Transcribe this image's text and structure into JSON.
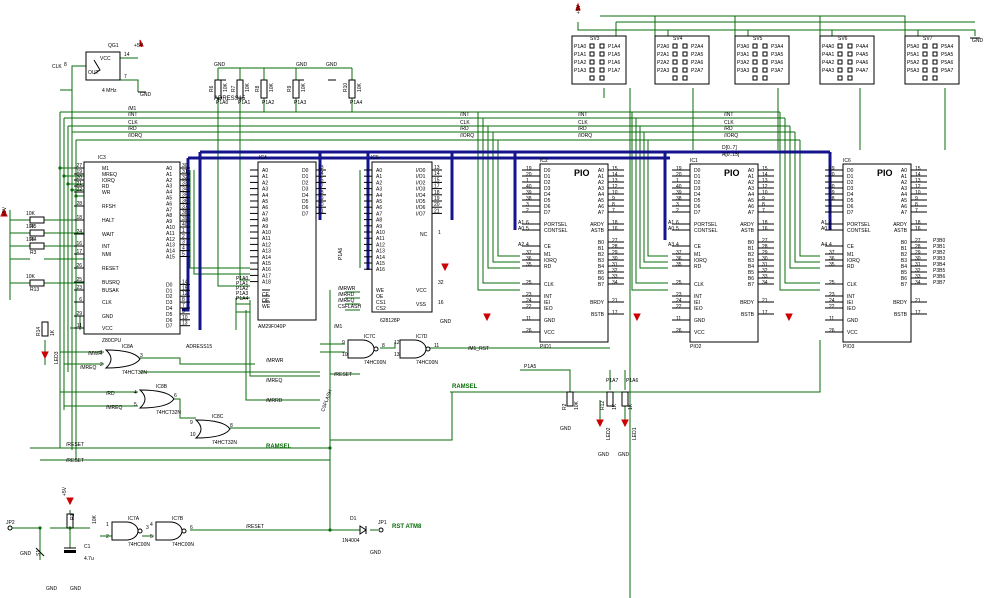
{
  "power": {
    "vcc": "+5V",
    "gnd": "GND"
  },
  "oscillator": {
    "ref": "QG1",
    "freq": "4 MHz",
    "pins": [
      "VCC",
      "OUT",
      "14",
      "8",
      "7"
    ],
    "clk_label": "CLK"
  },
  "cpu": {
    "ref": "IC3",
    "part": "Z80CPU",
    "bus_label": "ADRESS15",
    "left_pins": [
      "M1",
      "MREQ",
      "IORQ",
      "RD",
      "WR",
      "RFSH",
      "HALT",
      "WAIT",
      "INT",
      "NMI",
      "RESET",
      "BUSRQ",
      "BUSAK",
      "CLK",
      "GND",
      "VCC"
    ],
    "left_nums": [
      "27",
      "19",
      "20",
      "21",
      "22",
      "28",
      "18",
      "24",
      "16",
      "17",
      "26",
      "25",
      "23",
      "6",
      "29",
      "11"
    ],
    "right_pins": [
      "A0",
      "A1",
      "A2",
      "A3",
      "A4",
      "A5",
      "A6",
      "A7",
      "A8",
      "A9",
      "A10",
      "A11",
      "A12",
      "A13",
      "A14",
      "A15",
      "D0",
      "D1",
      "D2",
      "D3",
      "D4",
      "D5",
      "D6",
      "D7"
    ],
    "right_nums": [
      "30",
      "31",
      "32",
      "33",
      "34",
      "35",
      "36",
      "37",
      "38",
      "39",
      "40",
      "1",
      "2",
      "3",
      "4",
      "5",
      "14",
      "15",
      "12",
      "8",
      "7",
      "9",
      "10",
      "13"
    ]
  },
  "resistors_left": [
    "R5",
    "10K",
    "R4",
    "10K",
    "R3",
    "10K",
    "R13",
    "10K"
  ],
  "pullups": [
    {
      "ref": "R6",
      "val": "10K",
      "net": "P1A0"
    },
    {
      "ref": "R7",
      "val": "10K",
      "net": "P1A1"
    },
    {
      "ref": "R8",
      "val": "10K",
      "net": "P1A2"
    },
    {
      "ref": "R9",
      "val": "10K",
      "net": "P1A3"
    },
    {
      "ref": "R10",
      "val": "10K",
      "net": "P1A4"
    }
  ],
  "flash": {
    "ref": "IC4",
    "part": "AM29F040P",
    "addr_pins": [
      "A0",
      "A1",
      "A2",
      "A3",
      "A4",
      "A5",
      "A6",
      "A7",
      "A8",
      "A9",
      "A10",
      "A11",
      "A12",
      "A13",
      "A14",
      "A15",
      "A16",
      "A17",
      "A18"
    ],
    "data_pins": [
      "D0",
      "D1",
      "D2",
      "D3",
      "D4",
      "D5",
      "D6",
      "D7"
    ],
    "data_nums": [
      "13",
      "14",
      "15",
      "17",
      "18",
      "19",
      "20",
      "21"
    ],
    "ctrl_pins": [
      "CE",
      "OE",
      "WE"
    ],
    "ctrl_nets": [
      "P1A0",
      "P1A1",
      "P1A2",
      "P1A3",
      "P1A4"
    ]
  },
  "ram": {
    "ref": "IC5",
    "part": "628128P",
    "addr_pins": [
      "A0",
      "A1",
      "A2",
      "A3",
      "A4",
      "A5",
      "A6",
      "A7",
      "A8",
      "A9",
      "A10",
      "A11",
      "A12",
      "A13",
      "A14",
      "A15",
      "A16"
    ],
    "data_pins": [
      "I/O0",
      "I/O1",
      "I/O2",
      "I/O3",
      "I/O4",
      "I/O5",
      "I/O6",
      "I/O7"
    ],
    "data_nums": [
      "13",
      "14",
      "15",
      "17",
      "18",
      "19",
      "20",
      "21"
    ],
    "ctrl_pins": [
      "WE",
      "OE",
      "CS1",
      "CS2"
    ],
    "ctrl_nets": [
      "/MRWR",
      "/MRRD",
      "/MREQ",
      "CSFLASH"
    ],
    "misc_pins": [
      "NC",
      "VCC",
      "VSS"
    ],
    "misc_nums": [
      "1",
      "32",
      "16"
    ],
    "side_net": "P1A6"
  },
  "pios": [
    {
      "ref": "IC2",
      "name": "PIO1",
      "title": "PIO",
      "sel": [
        "A1",
        "A0"
      ],
      "ce_net": "A2",
      "bport": []
    },
    {
      "ref": "IC1",
      "name": "PIO2",
      "title": "PIO",
      "sel": [
        "A1",
        "A0"
      ],
      "ce_net": "A3",
      "bport": []
    },
    {
      "ref": "IC6",
      "name": "PIO3",
      "title": "PIO",
      "sel": [
        "A1",
        "A0"
      ],
      "ce_net": "A4",
      "bport": [
        "P3B0",
        "P3B1",
        "P3B2",
        "P3B3",
        "P3B4",
        "P3B5",
        "P3B6",
        "P3B7"
      ]
    }
  ],
  "pio_pins_left": [
    "D0",
    "D1",
    "D2",
    "D3",
    "D4",
    "D5",
    "D6",
    "D7",
    "PORTSEL",
    "CONTSEL",
    "CE",
    "M1",
    "IORQ",
    "RD",
    "CLK",
    "INT",
    "IEI",
    "IEO",
    "GND",
    "VCC"
  ],
  "pio_pins_right": [
    "A0",
    "A1",
    "A2",
    "A3",
    "A4",
    "A5",
    "A6",
    "A7",
    "ARDY",
    "ASTB",
    "B0",
    "B1",
    "B2",
    "B3",
    "B4",
    "B5",
    "B6",
    "B7",
    "BRDY",
    "BSTB"
  ],
  "pio_nums_left": [
    "19",
    "20",
    "1",
    "40",
    "39",
    "38",
    "3",
    "2",
    "6",
    "5",
    "4",
    "37",
    "36",
    "35",
    "25",
    "23",
    "24",
    "22",
    "11",
    "26"
  ],
  "pio_nums_right": [
    "15",
    "14",
    "13",
    "12",
    "10",
    "9",
    "8",
    "7",
    "18",
    "16",
    "27",
    "28",
    "29",
    "30",
    "31",
    "32",
    "33",
    "34",
    "21",
    "17"
  ],
  "connectors": [
    "SV3",
    "SV4",
    "SV5",
    "SV6",
    "SV7"
  ],
  "connector_pins": [
    "PxA0",
    "PxA1",
    "PxA2",
    "PxA3",
    "PxA4",
    "PxA5",
    "PxA6",
    "PxA7"
  ],
  "bus_nets": [
    "/INT",
    "CLK",
    "/RD",
    "/IORQ",
    "/M1",
    "/RESET",
    "D[0..7]",
    "A[0..15]"
  ],
  "gates": [
    {
      "ref": "IC8A",
      "part": "74HCT32N",
      "in": [
        "/MWR",
        "/MREQ"
      ],
      "pins": [
        "1",
        "2",
        "3"
      ]
    },
    {
      "ref": "IC8B",
      "part": "74HCT32N",
      "in": [
        "/RD",
        "/MREQ"
      ],
      "pins": [
        "4",
        "5",
        "6"
      ]
    },
    {
      "ref": "IC8C",
      "part": "74HCT32N",
      "pins": [
        "9",
        "10",
        "8"
      ]
    },
    {
      "ref": "IC7C",
      "part": "74HC00N",
      "pins": [
        "9",
        "10",
        "8"
      ],
      "net": "/M1"
    },
    {
      "ref": "IC7D",
      "part": "74HC00N",
      "pins": [
        "12",
        "13",
        "11"
      ],
      "out_net": "/M1_RST"
    },
    {
      "ref": "IC7A",
      "part": "74HC00N",
      "pins": [
        "1",
        "2",
        "3"
      ]
    },
    {
      "ref": "IC7B",
      "part": "74HC00N",
      "pins": [
        "4",
        "5",
        "6"
      ]
    }
  ],
  "nets_mid": [
    "/MRWR",
    "/MREQ",
    "/MRRD",
    "/RESET",
    "/RESET",
    "RAMSEL",
    "RAMSEL",
    "CSFLASH",
    "P1A5",
    "P1A7",
    "P1A6"
  ],
  "reset_circuit": {
    "jumpers": [
      "JP2",
      "JP1"
    ],
    "jp1_label": "RST ATM8",
    "switch": "S1",
    "resistor": "R1",
    "rval": "10K",
    "cap": "C1",
    "cval": "4.7u",
    "diode": "D1",
    "dpart": "1N4004",
    "net": "/RESET"
  },
  "leds": [
    {
      "ref": "R12",
      "val": "1K",
      "led": "LED2"
    },
    {
      "ref": "R11",
      "val": "1K",
      "led": "LED1"
    },
    {
      "ref": "R2",
      "val": "10K"
    },
    {
      "ref": "R14",
      "val": "1K",
      "led": "LED3"
    }
  ]
}
